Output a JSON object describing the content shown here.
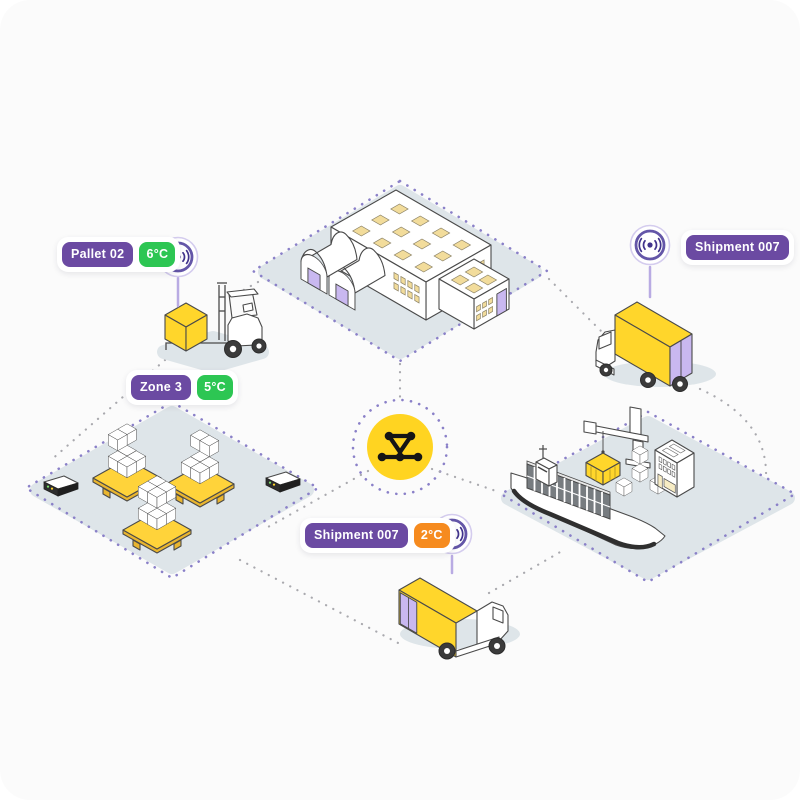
{
  "canvas": {
    "background": "#FBFBFB"
  },
  "badges": {
    "pallet": {
      "label": "Pallet 02",
      "temp": "6°C"
    },
    "zone": {
      "label": "Zone 3",
      "temp": "5°C"
    },
    "shipment_right": {
      "label": "Shipment 007"
    },
    "shipment_bottom": {
      "label": "Shipment 007",
      "temp": "2°C"
    }
  },
  "colors": {
    "badge_purple": "#6B4AA2",
    "badge_green": "#2DC653",
    "badge_orange": "#F68B1F",
    "accent_yellow": "#FFD62B",
    "hub_yellow": "#FFD421",
    "lavender": "#C9B8F0",
    "platform_gray": "#DEE5E9",
    "dot_purple": "#8A80C8",
    "dot_gray": "#A9A9AE",
    "outline": "#4A4A4A",
    "signal_purple": "#41338C"
  },
  "icons": {
    "hub": "network-hub-icon",
    "signal": "radio-signal-icon"
  },
  "scene": {
    "zones": [
      "warehouse",
      "storage-zone",
      "port"
    ],
    "vehicles": [
      "forklift",
      "box-truck-right",
      "box-truck-bottom",
      "cargo-ship"
    ]
  }
}
